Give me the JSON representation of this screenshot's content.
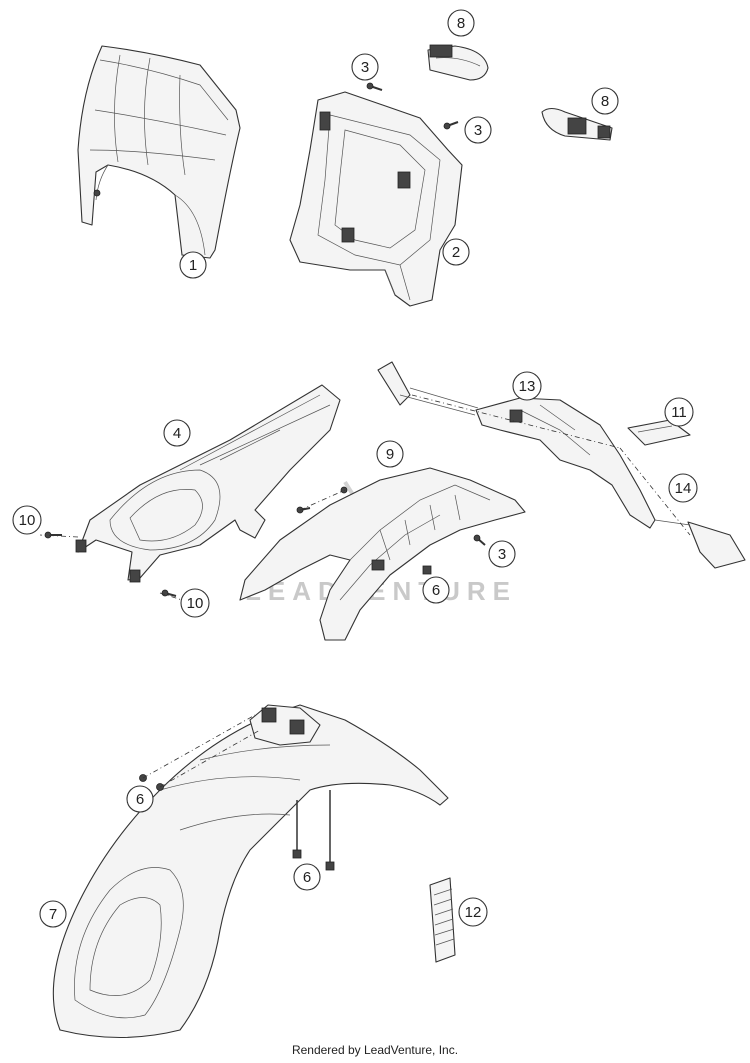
{
  "footer": {
    "text": "Rendered by LeadVenture, Inc."
  },
  "watermark": {
    "text": "LEADVENTURE"
  },
  "callouts": {
    "c1": "1",
    "c2": "2",
    "c3a": "3",
    "c3b": "3",
    "c3c": "3",
    "c4": "4",
    "c6a": "6",
    "c6b": "6",
    "c6c": "6",
    "c7": "7",
    "c8a": "8",
    "c8b": "8",
    "c9": "9",
    "c10a": "10",
    "c10b": "10",
    "c11": "11",
    "c12": "12",
    "c13": "13",
    "c14": "14"
  }
}
